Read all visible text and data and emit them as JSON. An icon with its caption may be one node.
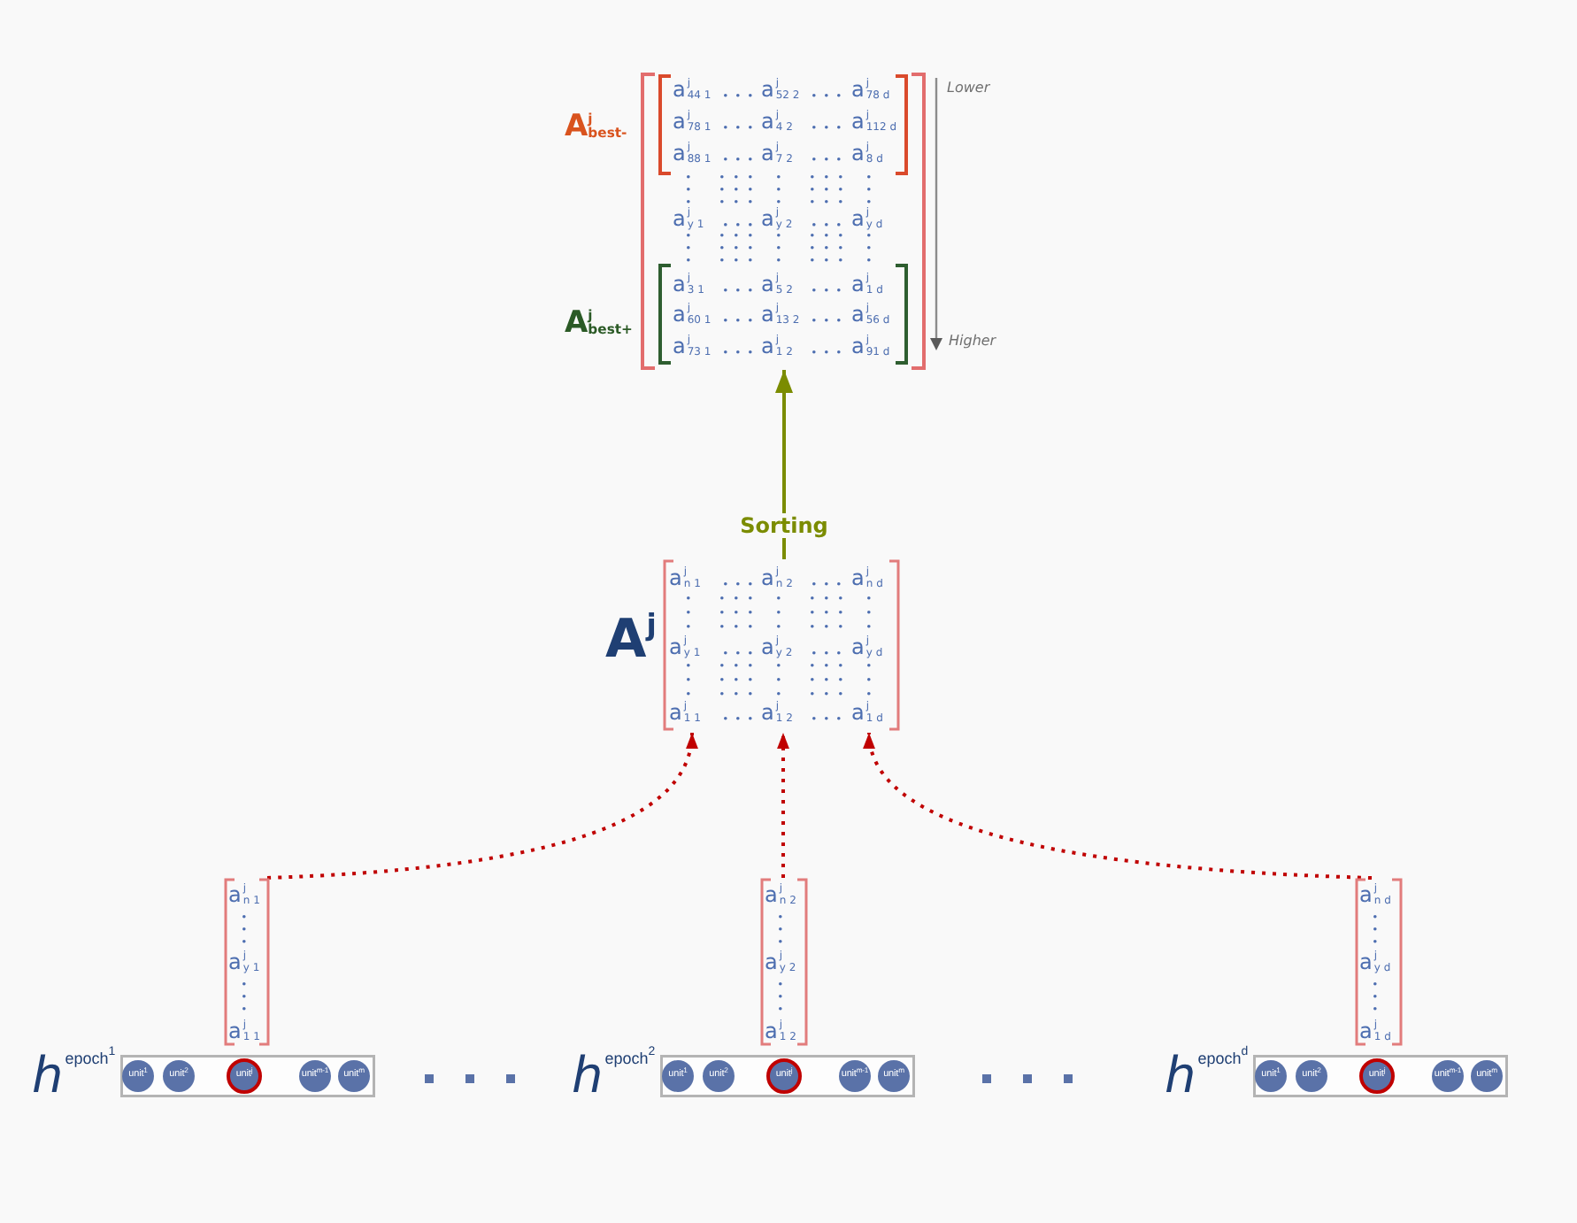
{
  "diagram": {
    "nodes": [
      {
        "text": [
          "a$^{j}$$_{y 1}$",
          "a$^{j}$$_{y 2}$",
          "a$^{j}$$_{y d}$"
        ]
      },
      {
        "text": [
          "A$^{j}$$_{best-}$",
          "a$^{j}$$_{44 1}$",
          "a$^{j}$$_{52 2}$",
          "a$^{j}$$_{78 d}$",
          "a$^{j}$$_{78 1}$",
          "a$^{j}$$_{4 2}$",
          "a$^{j}$$_{112 d}$",
          "a$^{j}$$_{88 1}$",
          "a$^{j}$$_{7 2}$",
          "a$^{j}$$_{8 d}$"
        ],
        "in": 0
      },
      {
        "text": [
          "A$^{j}$$_{best+}$",
          "a$^{j}$$_{3 1}$",
          "a$^{j}$$_{5 2}$",
          "a$^{j}$$_{1 d}$",
          "a$^{j}$$_{60 1}$",
          "a$^{j}$$_{13 2}$",
          "a$^{j}$$_{56 d}$",
          "a$^{j}$$_{73 1}$",
          "a$^{j}$$_{1 2}$",
          "a$^{j}$$_{91 d}$"
        ],
        "in": 0
      },
      {
        "text": [
          "A$^{j}$",
          "a$^{j}$$_{n 1}$",
          "a$^{j}$$_{n 2}$",
          "a$^{j}$$_{n d}$",
          "a$^{j}$$_{y 1}$",
          "a$^{j}$$_{y 2}$",
          "a$^{j}$$_{y d}$",
          "a$^{j}$$_{1 1}$",
          "a$^{j}$$_{1 2}$",
          "a$^{j}$$_{1 d}$"
        ]
      },
      {
        "text": [
          "a$^{j}$$_{n 1}$",
          "a$^{j}$$_{y 1}$",
          "a$^{j}$$_{1 1}$"
        ]
      },
      {
        "text": [
          "a$^{j}$$_{n 2}$",
          "a$^{j}$$_{y 2}$",
          "a$^{j}$$_{1 2}$"
        ]
      },
      {
        "text": [
          "a$^{j}$$_{n d}$",
          "a$^{j}$$_{y d}$",
          "a$^{j}$$_{1 d}$"
        ]
      },
      {
        "text": [
          "h$^{epoch}$$^{1}$"
        ]
      },
      {
        "text": [
          "unit$^{1}$"
        ],
        "in": 7
      },
      {
        "text": [
          "unit$^{2}$"
        ],
        "in": 7
      },
      {
        "text": [
          "unit$^{j}$"
        ],
        "in": 7
      },
      {
        "text": [
          "unit$^{m-1}$"
        ],
        "in": 7
      },
      {
        "text": [
          "unit$^{m}$"
        ],
        "in": 7
      },
      {
        "text": [
          "h$^{epoch}$$^{2}$"
        ]
      },
      {
        "text": [
          "unit$^{1}$"
        ],
        "in": 13
      },
      {
        "text": [
          "unit$^{2}$"
        ],
        "in": 13
      },
      {
        "text": [
          "unit$^{j}$"
        ],
        "in": 13
      },
      {
        "text": [
          "unit$^{m-1}$"
        ],
        "in": 13
      },
      {
        "text": [
          "unit$^{m}$"
        ],
        "in": 13
      },
      {
        "text": [
          "h$^{epoch}$$^{d}$"
        ]
      },
      {
        "text": [
          "unit$^{1}$"
        ],
        "in": 19
      },
      {
        "text": [
          "unit$^{2}$"
        ],
        "in": 19
      },
      {
        "text": [
          "unit$^{j}$"
        ],
        "in": 19
      },
      {
        "text": [
          "unit$^{m-1}$"
        ],
        "in": 19
      },
      {
        "text": [
          "unit$^{m}$"
        ],
        "in": 19
      }
    ],
    "edges": [
      {
        "from": 3,
        "to": 0,
        "arrow": "to",
        "label": "Sorting",
        "color": "#7b8c00"
      },
      {
        "from": 4,
        "to": 3,
        "arrow": "to",
        "style": "dashed"
      },
      {
        "from": 5,
        "to": 3,
        "arrow": "to",
        "style": "dashed"
      },
      {
        "from": 6,
        "to": 3,
        "arrow": "to",
        "style": "dashed"
      }
    ],
    "labels": [
      "Lower",
      "Higher"
    ]
  }
}
